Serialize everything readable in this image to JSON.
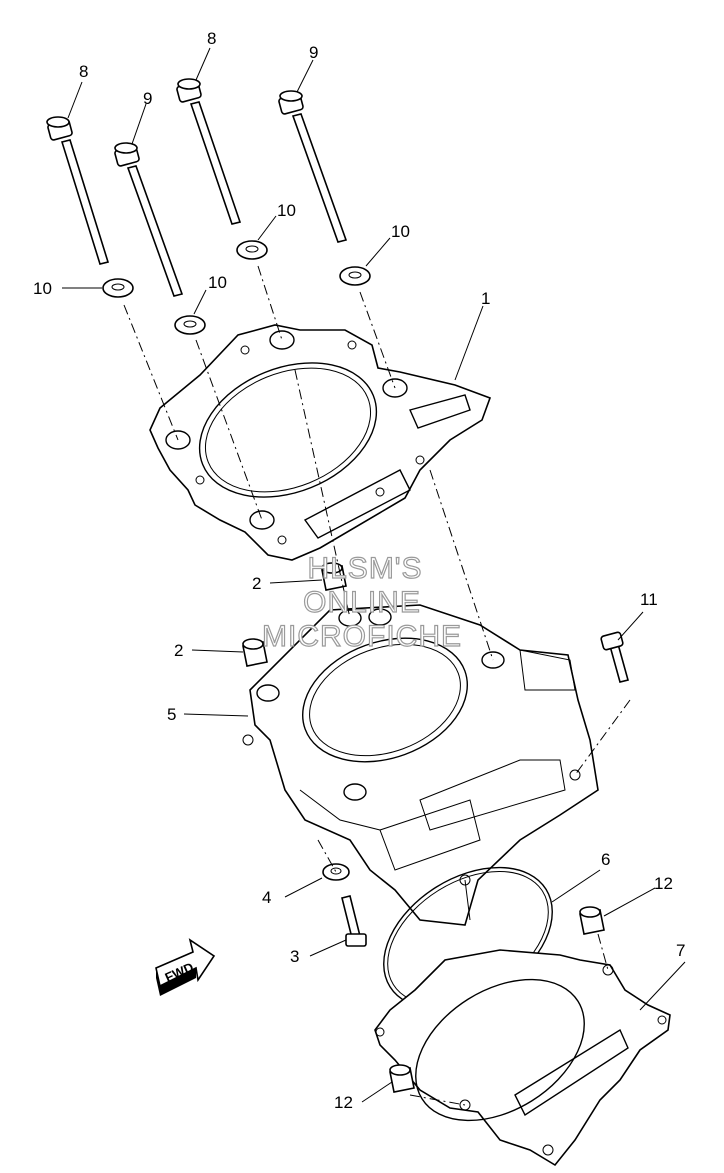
{
  "callouts": {
    "c1": "1",
    "c2a": "2",
    "c2b": "2",
    "c3": "3",
    "c4": "4",
    "c5": "5",
    "c6": "6",
    "c7": "7",
    "c8a": "8",
    "c8b": "8",
    "c9a": "9",
    "c9b": "9",
    "c10a": "10",
    "c10b": "10",
    "c10c": "10",
    "c10d": "10",
    "c11": "11",
    "c12a": "12",
    "c12b": "12"
  },
  "watermark": {
    "line1": "HLSM'S",
    "line2": "ONLINE",
    "line3": "MICROFICHE"
  },
  "fwd_label": "FWD",
  "colors": {
    "ink": "#000000",
    "watermark": "#9a9a9a",
    "background": "#ffffff"
  }
}
